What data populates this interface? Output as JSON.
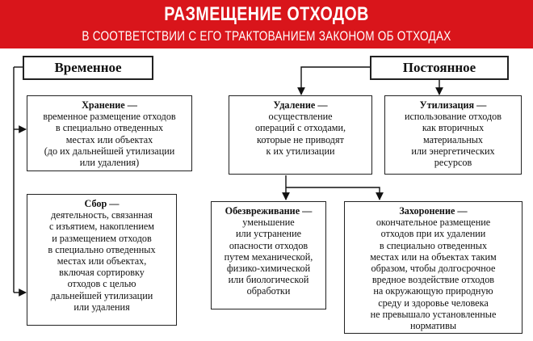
{
  "header": {
    "title": "РАЗМЕЩЕНИЕ ОТХОДОВ",
    "subtitle": "В СООТВЕТСТВИИ С ЕГО ТРАКТОВАНИЕМ ЗАКОНОМ ОБ ОТХОДАХ",
    "background_color": "#d9151b"
  },
  "categories": {
    "temporary": "Временное",
    "permanent": "Постоянное"
  },
  "boxes": {
    "storage": {
      "term": "Хранение —",
      "lines": [
        "временное размещение отходов",
        "в специально отведенных",
        "местах или объектах",
        "(до их дальнейшей утилизации",
        "или удаления)"
      ]
    },
    "collection": {
      "term": "Сбор —",
      "lines": [
        "деятельность, связанная",
        "с изъятием, накоплением",
        "и размещением отходов",
        "в специально отведенных",
        "местах или объектах,",
        "включая сортировку",
        "отходов с целью",
        "дальнейшей утилизации",
        "или удаления"
      ]
    },
    "removal": {
      "term": "Удаление —",
      "lines": [
        "осуществление",
        "операций с отходами,",
        "которые не приводят",
        "к их утилизации"
      ]
    },
    "utilization": {
      "term": "Утилизация —",
      "lines": [
        "использование отходов",
        "как вторичных",
        "материальных",
        "или энергетических",
        "ресурсов"
      ]
    },
    "neutralization": {
      "term": "Обезвреживание —",
      "lines": [
        "уменьшение",
        "или устранение",
        "опасности отходов",
        "путем механической,",
        "физико-химической",
        "или биологической",
        "обработки"
      ]
    },
    "burial": {
      "term": "Захоронение —",
      "lines": [
        "окончательное размещение",
        "отходов при их удалении",
        "в специально отведенных",
        "местах или на объектах таким",
        "образом, чтобы долгосрочное",
        "вредное воздействие отходов",
        "на окружающую природную",
        "среду и здоровье человека",
        "не превышало установленные",
        "нормативы"
      ]
    }
  }
}
